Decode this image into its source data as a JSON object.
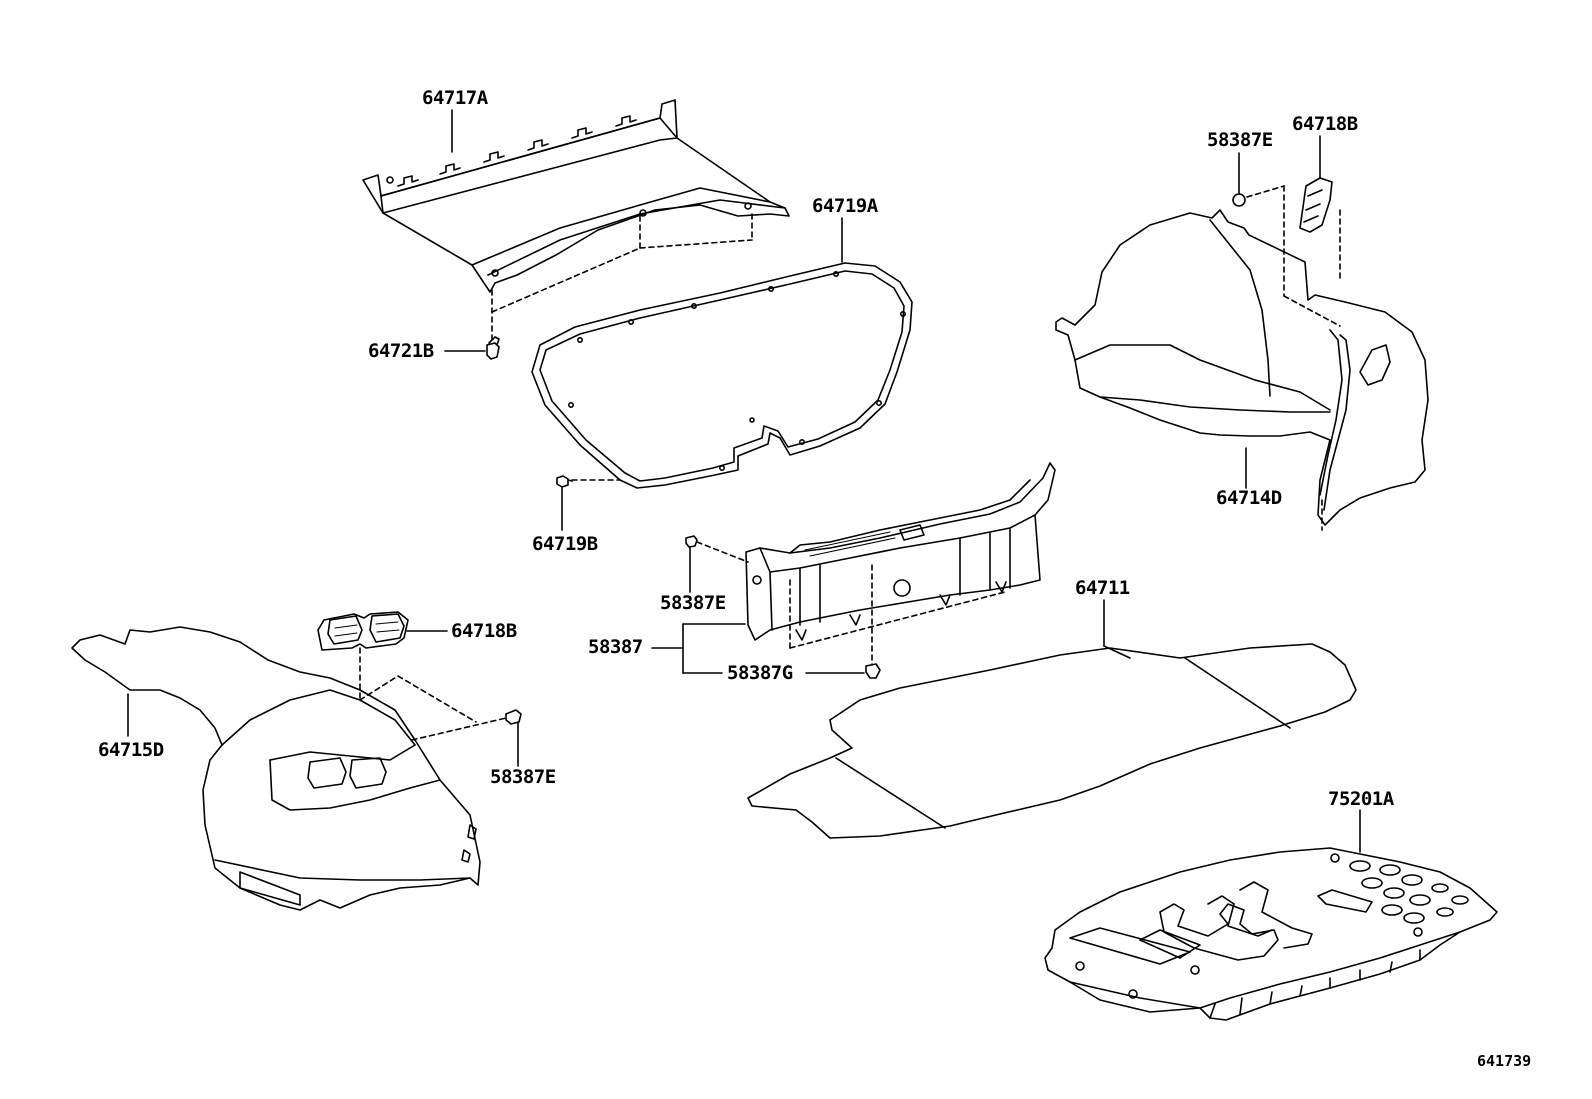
{
  "labels": {
    "p64717A": "64717A",
    "p64719A": "64719A",
    "p64721B": "64721B",
    "p64719B": "64719B",
    "p58387E_top": "58387E",
    "p64718B_top": "64718B",
    "p64714D": "64714D",
    "p58387E_mid": "58387E",
    "p58387": "58387",
    "p58387G": "58387G",
    "p64711": "64711",
    "p64718B_left": "64718B",
    "p64715D": "64715D",
    "p58387E_bottom": "58387E",
    "p75201A": "75201A"
  },
  "diagram_id": "641739",
  "colors": {
    "line": "#000000",
    "background": "#ffffff"
  }
}
